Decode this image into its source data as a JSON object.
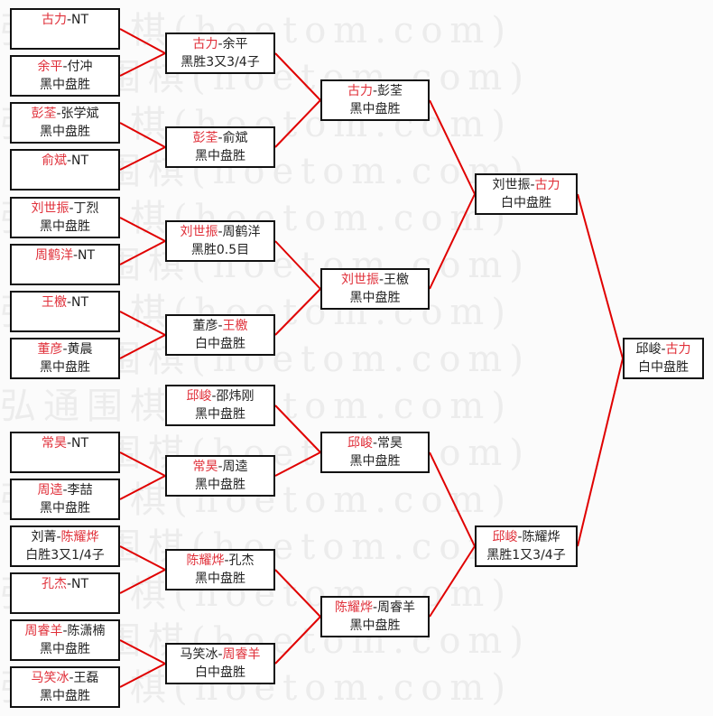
{
  "watermark": "弘通围棋(hoetom.com)",
  "colors": {
    "winner": "#e0303a",
    "line": "#e00000",
    "text": "#222222"
  },
  "rounds": [
    [
      {
        "p1": "古力",
        "p2": "NT",
        "winner": 1,
        "result": ""
      },
      {
        "p1": "余平",
        "p2": "付冲",
        "winner": 1,
        "result": "黑中盘胜"
      },
      {
        "p1": "彭荃",
        "p2": "张学斌",
        "winner": 1,
        "result": "黑中盘胜"
      },
      {
        "p1": "俞斌",
        "p2": "NT",
        "winner": 1,
        "result": ""
      },
      {
        "p1": "刘世振",
        "p2": "丁烈",
        "winner": 1,
        "result": "黑中盘胜"
      },
      {
        "p1": "周鹤洋",
        "p2": "NT",
        "winner": 1,
        "result": ""
      },
      {
        "p1": "王檄",
        "p2": "NT",
        "winner": 1,
        "result": ""
      },
      {
        "p1": "董彦",
        "p2": "黄晨",
        "winner": 1,
        "result": "黑中盘胜"
      },
      {
        "p1": "常昊",
        "p2": "NT",
        "winner": 1,
        "result": ""
      },
      {
        "p1": "周逵",
        "p2": "李喆",
        "winner": 1,
        "result": "黑中盘胜"
      },
      {
        "p1": "刘菁",
        "p2": "陈耀烨",
        "winner": 2,
        "result": "白胜3又1/4子"
      },
      {
        "p1": "孔杰",
        "p2": "NT",
        "winner": 1,
        "result": ""
      },
      {
        "p1": "周睿羊",
        "p2": "陈潇楠",
        "winner": 1,
        "result": "黑中盘胜"
      },
      {
        "p1": "马笑冰",
        "p2": "王磊",
        "winner": 1,
        "result": "黑中盘胜"
      }
    ],
    [
      {
        "p1": "古力",
        "p2": "余平",
        "winner": 1,
        "result": "黑胜3又3/4子"
      },
      {
        "p1": "彭荃",
        "p2": "俞斌",
        "winner": 1,
        "result": "黑中盘胜"
      },
      {
        "p1": "刘世振",
        "p2": "周鹤洋",
        "winner": 1,
        "result": "黑胜0.5目"
      },
      {
        "p1": "董彦",
        "p2": "王檄",
        "winner": 2,
        "result": "白中盘胜"
      },
      {
        "p1": "邱峻",
        "p2": "邵炜刚",
        "winner": 1,
        "result": "黑中盘胜"
      },
      {
        "p1": "常昊",
        "p2": "周逵",
        "winner": 1,
        "result": "黑中盘胜"
      },
      {
        "p1": "陈耀烨",
        "p2": "孔杰",
        "winner": 1,
        "result": "黑中盘胜"
      },
      {
        "p1": "马笑冰",
        "p2": "周睿羊",
        "winner": 2,
        "result": "白中盘胜"
      }
    ],
    [
      {
        "p1": "古力",
        "p2": "彭荃",
        "winner": 1,
        "result": "黑中盘胜"
      },
      {
        "p1": "刘世振",
        "p2": "王檄",
        "winner": 1,
        "result": "黑中盘胜"
      },
      {
        "p1": "邱峻",
        "p2": "常昊",
        "winner": 1,
        "result": "黑中盘胜"
      },
      {
        "p1": "陈耀烨",
        "p2": "周睿羊",
        "winner": 1,
        "result": "黑中盘胜"
      }
    ],
    [
      {
        "p1": "刘世振",
        "p2": "古力",
        "winner": 2,
        "result": "白中盘胜"
      },
      {
        "p1": "邱峻",
        "p2": "陈耀烨",
        "winner": 1,
        "result": "黑胜1又3/4子"
      }
    ],
    [
      {
        "p1": "邱峻",
        "p2": "古力",
        "winner": 2,
        "result": "白中盘胜"
      }
    ]
  ]
}
